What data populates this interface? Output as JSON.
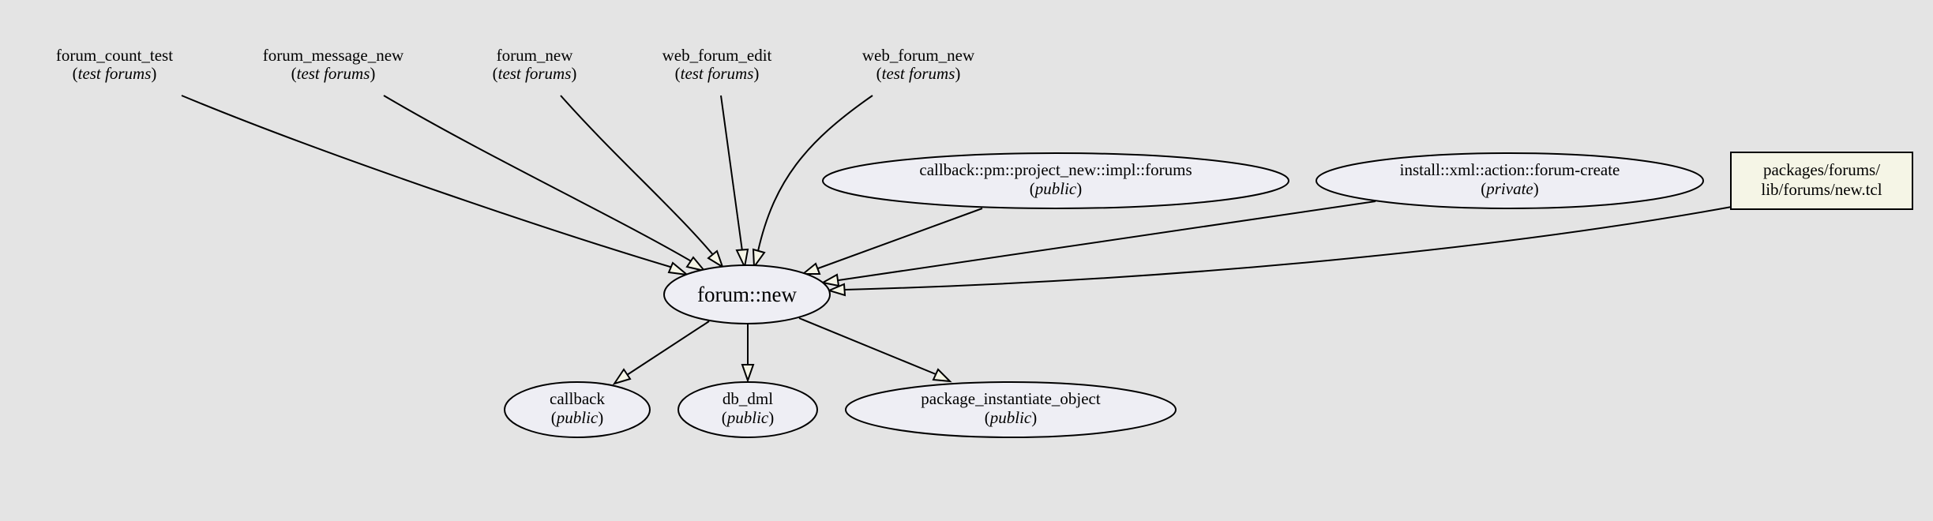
{
  "graph": {
    "title": "forum::new call graph",
    "colors": {
      "background": "#e4e4e4",
      "node_fill": "#eeeef4",
      "file_fill": "#f5f5e6",
      "arrow_fill": "#f5f5e6",
      "stroke": "#000000"
    },
    "center": {
      "id": "forum_new_proc",
      "label": "forum::new"
    },
    "callers": [
      {
        "id": "forum_count_test",
        "name": "forum_count_test",
        "kind": "test forums",
        "shape": "plaintext"
      },
      {
        "id": "forum_message_new",
        "name": "forum_message_new",
        "kind": "test forums",
        "shape": "plaintext"
      },
      {
        "id": "forum_new",
        "name": "forum_new",
        "kind": "test forums",
        "shape": "plaintext"
      },
      {
        "id": "web_forum_edit",
        "name": "web_forum_edit",
        "kind": "test forums",
        "shape": "plaintext"
      },
      {
        "id": "web_forum_new",
        "name": "web_forum_new",
        "kind": "test forums",
        "shape": "plaintext"
      },
      {
        "id": "callback_pm",
        "name": "callback::pm::project_new::impl::forums",
        "kind": "public",
        "shape": "ellipse"
      },
      {
        "id": "install_xml",
        "name": "install::xml::action::forum-create",
        "kind": "private",
        "shape": "ellipse"
      },
      {
        "id": "packages_file",
        "name_lines": [
          "packages/forums/",
          "lib/forums/new.tcl"
        ],
        "shape": "box"
      }
    ],
    "callees": [
      {
        "id": "callback",
        "name": "callback",
        "kind": "public"
      },
      {
        "id": "db_dml",
        "name": "db_dml",
        "kind": "public"
      },
      {
        "id": "package_instantiate_object",
        "name": "package_instantiate_object",
        "kind": "public"
      }
    ],
    "edges": [
      {
        "from": "forum_count_test",
        "to": "forum_new_proc"
      },
      {
        "from": "forum_message_new",
        "to": "forum_new_proc"
      },
      {
        "from": "forum_new",
        "to": "forum_new_proc"
      },
      {
        "from": "web_forum_edit",
        "to": "forum_new_proc"
      },
      {
        "from": "web_forum_new",
        "to": "forum_new_proc"
      },
      {
        "from": "callback_pm",
        "to": "forum_new_proc"
      },
      {
        "from": "install_xml",
        "to": "forum_new_proc"
      },
      {
        "from": "packages_file",
        "to": "forum_new_proc"
      },
      {
        "from": "forum_new_proc",
        "to": "callback"
      },
      {
        "from": "forum_new_proc",
        "to": "db_dml"
      },
      {
        "from": "forum_new_proc",
        "to": "package_instantiate_object"
      }
    ]
  }
}
